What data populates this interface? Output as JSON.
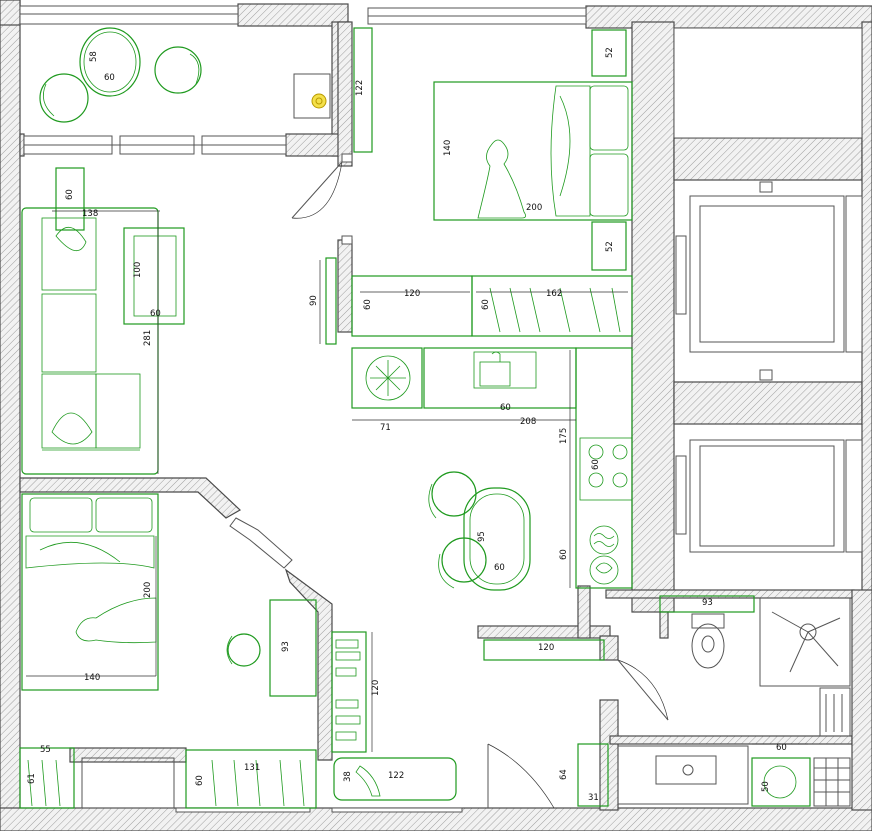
{
  "labels": {
    "chair_depth": "58",
    "table_width": "60",
    "wardrobe_hall": "122",
    "nightstand_top": "52",
    "nightstand_bottom": "52",
    "bed_width": "140",
    "bed_length": "200",
    "pouf": "60",
    "shelf": "138",
    "coffee_table_len": "100",
    "coffee_table_width": "60",
    "sofa_length": "281",
    "tv": "90",
    "hall_depth_1": "60",
    "hall_cab_1": "120",
    "hall_depth_2": "60",
    "hall_cab_2": "162",
    "sink_cab": "60",
    "kitchen_71": "71",
    "kitchen_208": "208",
    "kitchen_175": "175",
    "hob": "60",
    "kitchen_lower_60": "60",
    "dining_table_len": "95",
    "dining_table_width": "60",
    "bed2_length": "200",
    "bed2_width": "140",
    "desk": "93",
    "hall_wardrobe": "120",
    "wardrobe_bottom_depth": "61",
    "wardrobe_bottom_width": "55",
    "wardrobe_bottom2_depth": "60",
    "wardrobe_bottom2_width": "131",
    "bench_depth": "38",
    "bench_width": "122",
    "corridor_cab": "120",
    "bath_cab": "93",
    "washer_depth": "64",
    "washer_width": "31",
    "vanity": "60",
    "dryer": "50"
  },
  "icons": [
    "radiator-icon",
    "snowflake-icon",
    "sink-icon",
    "stove-icon",
    "wave-icon",
    "bubbles-icon",
    "shower-icon",
    "toilet-icon",
    "person-icon",
    "pillow-icon",
    "shoe-icon"
  ]
}
